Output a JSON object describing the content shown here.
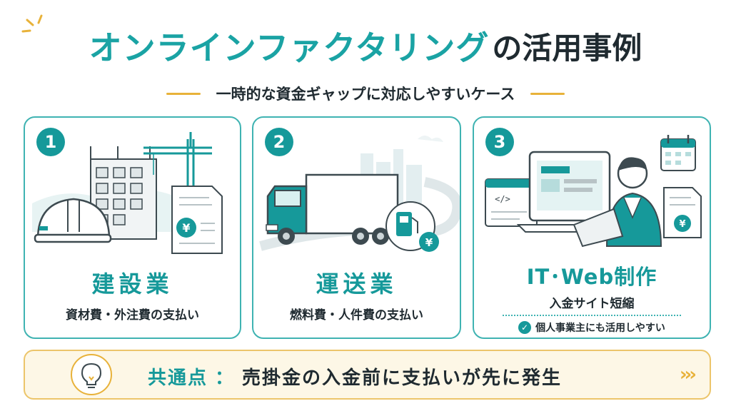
{
  "header": {
    "title_main": "オンラインファクタリング",
    "title_tail": "の活用事例",
    "subtitle": "一時的な資金ギャップに対応しやすいケース"
  },
  "cards": [
    {
      "number": "1",
      "title": "建設業",
      "desc": "資材費・外注費の支払い",
      "yen": "¥",
      "icons": [
        "helmet-icon",
        "building-icon",
        "crane-icon",
        "invoice-icon"
      ]
    },
    {
      "number": "2",
      "title": "運送業",
      "desc": "燃料費・人件費の支払い",
      "yen": "¥",
      "icons": [
        "truck-icon",
        "fuel-pump-icon",
        "road-icon"
      ]
    },
    {
      "number": "3",
      "title": "IT･Web制作",
      "desc": "入金サイト短縮",
      "note": "個人事業主にも活用しやすい",
      "yen": "¥",
      "code": "</>",
      "icons": [
        "laptop-icon",
        "person-icon",
        "calendar-icon",
        "invoice-icon",
        "check-icon"
      ]
    }
  ],
  "bottom": {
    "label": "共通点",
    "colon": "：",
    "body": "売掛金の入金前に支払いが先に発生",
    "chevrons": "›››"
  },
  "colors": {
    "teal": "#16999a",
    "gold": "#e8b23a",
    "dark": "#1f2a30"
  }
}
